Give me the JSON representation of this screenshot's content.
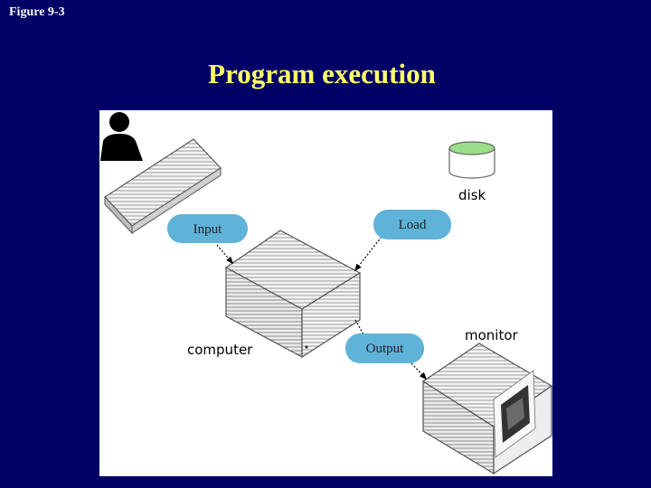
{
  "figure_label": "Figure 9-3",
  "title": "Program execution",
  "diagram": {
    "labels": {
      "input": "Input",
      "load": "Load",
      "output": "Output",
      "disk": "disk",
      "computer": "computer",
      "monitor": "monitor"
    },
    "colors": {
      "background": "#000066",
      "title": "#ffff66",
      "capsule": "#5fb3d9",
      "disk_top": "#99dd88"
    },
    "icons": [
      "user-icon",
      "keyboard-icon",
      "disk-icon",
      "computer-icon",
      "monitor-icon"
    ]
  }
}
